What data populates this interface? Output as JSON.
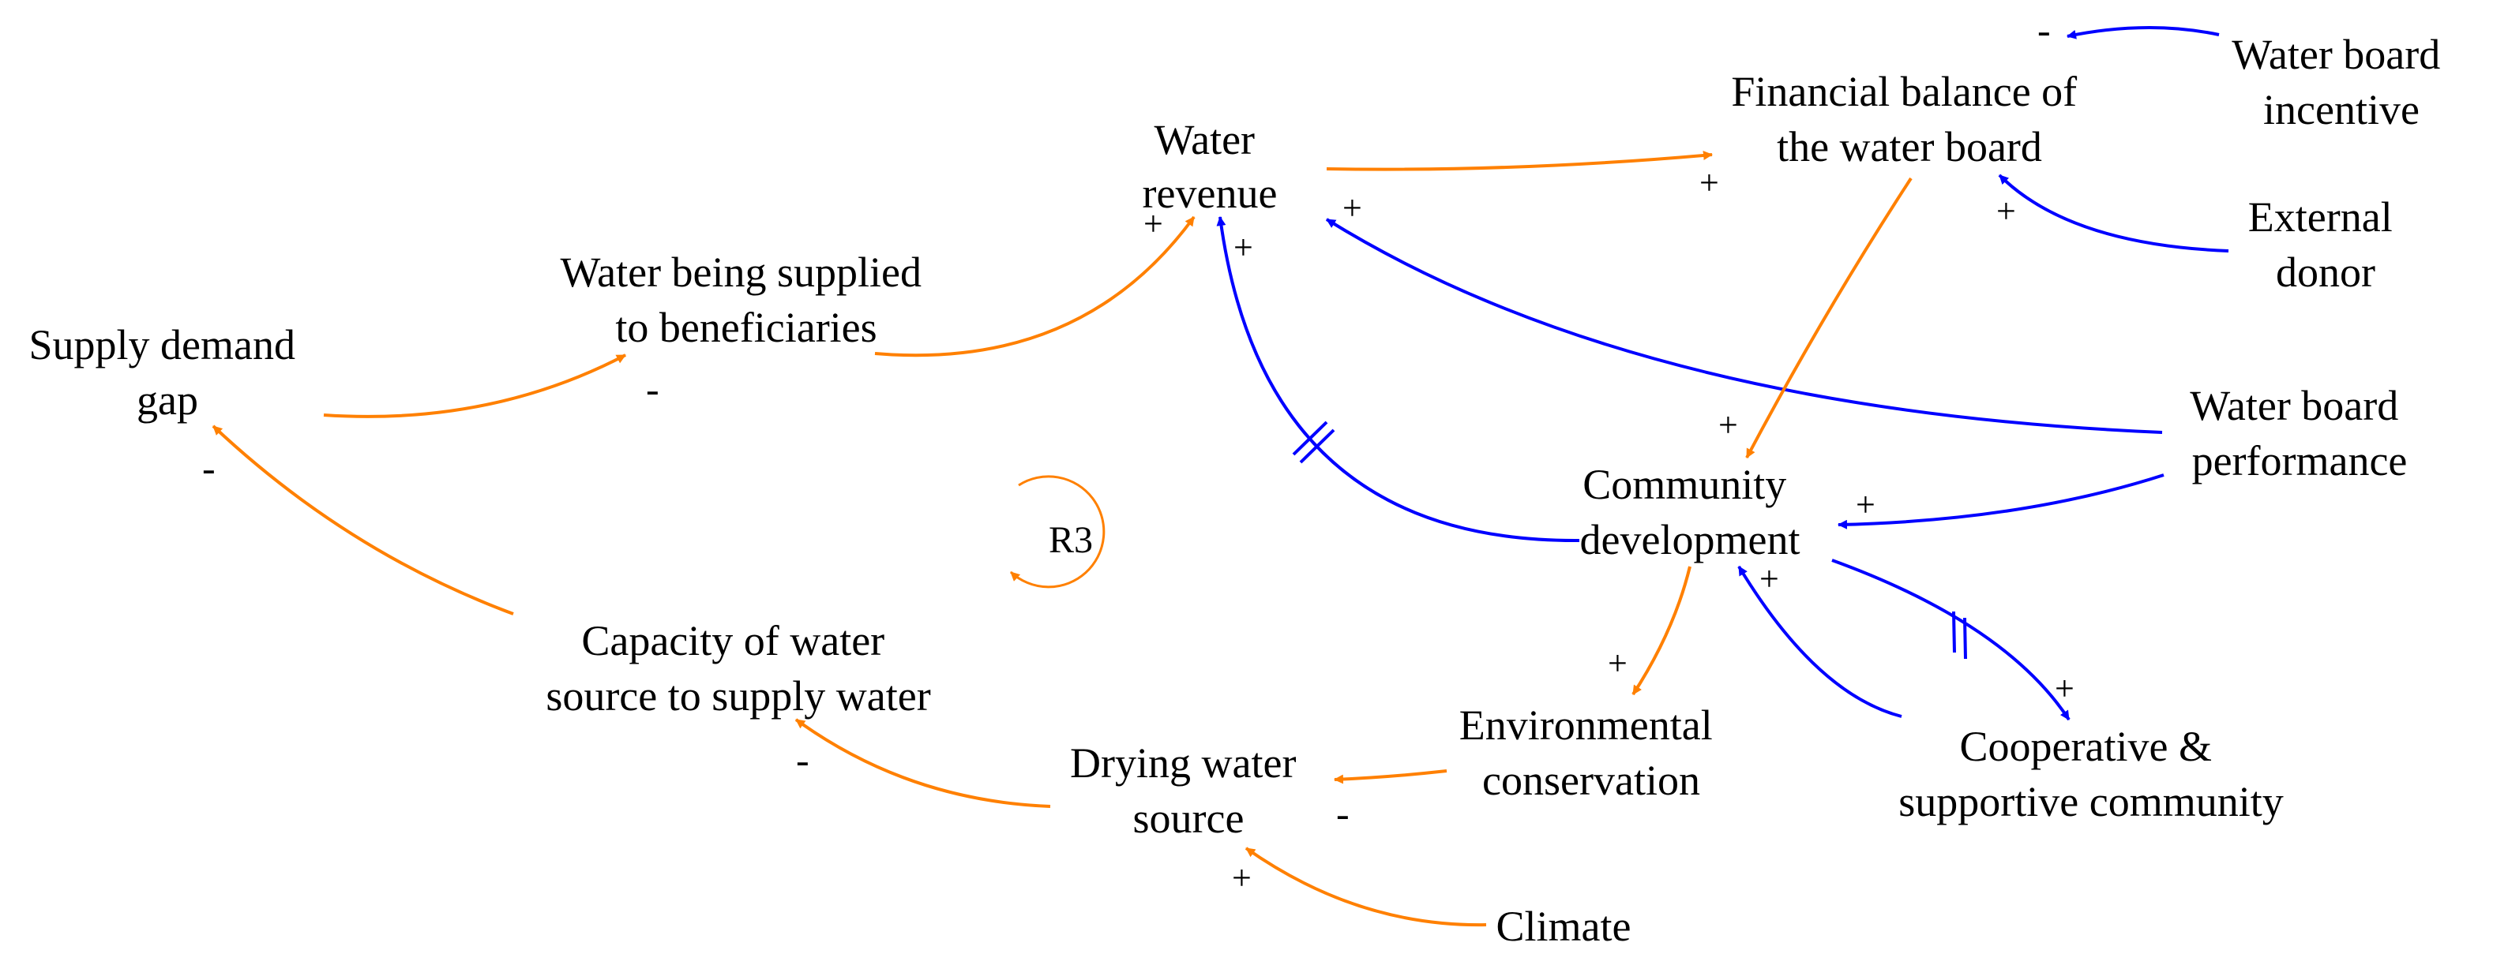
{
  "colors": {
    "orange_link": "#ff8000",
    "blue_link": "#0000ff",
    "text": "#000000",
    "background": "#ffffff"
  },
  "nodes": {
    "water_revenue": [
      "Water",
      "revenue"
    ],
    "financial_balance": [
      "Financial balance of",
      "the water board"
    ],
    "water_board_incentive": [
      "Water board",
      "incentive"
    ],
    "external_donor": [
      "External",
      "donor"
    ],
    "water_supplied": [
      "Water being supplied",
      "to beneficiaries"
    ],
    "supply_demand_gap": [
      "Supply demand",
      "gap"
    ],
    "water_board_performance": [
      "Water board",
      "performance"
    ],
    "community_development": [
      "Community",
      "development"
    ],
    "capacity_water_source": [
      "Capacity of water",
      "source to supply water"
    ],
    "environmental_conservation": [
      "Environmental",
      "conservation"
    ],
    "cooperative_community": [
      "Cooperative &",
      "supportive community"
    ],
    "drying_water_source": [
      "Drying water",
      "source"
    ],
    "climate": [
      "Climate"
    ]
  },
  "loop": {
    "label": "R3",
    "type": "reinforcing"
  },
  "polarities": {
    "incentive_to_financial": "-",
    "revenue_to_financial": "+",
    "donor_to_financial": "+",
    "supplied_to_revenue": "+",
    "community_to_revenue": "+",
    "performance_to_revenue": "+",
    "gap_to_supplied": "-",
    "financial_to_community": "+",
    "performance_to_community": "+",
    "cooperative_to_community": "+",
    "capacity_to_gap": "-",
    "community_to_environmental": "+",
    "community_to_cooperative": "+",
    "drying_to_capacity": "-",
    "environmental_to_drying": "-",
    "climate_to_drying": "+"
  },
  "links": [
    {
      "from": "Water revenue",
      "to": "Financial balance of the water board",
      "color": "orange",
      "polarity": "+",
      "delay": false
    },
    {
      "from": "Water board incentive",
      "to": "Financial balance of the water board",
      "color": "blue",
      "polarity": "-",
      "delay": false
    },
    {
      "from": "External donor",
      "to": "Financial balance of the water board",
      "color": "blue",
      "polarity": "+",
      "delay": false
    },
    {
      "from": "Water being supplied to beneficiaries",
      "to": "Water revenue",
      "color": "orange",
      "polarity": "+",
      "delay": false
    },
    {
      "from": "Community development",
      "to": "Water revenue",
      "color": "blue",
      "polarity": "+",
      "delay": true
    },
    {
      "from": "Water board performance",
      "to": "Water revenue",
      "color": "blue",
      "polarity": "+",
      "delay": false
    },
    {
      "from": "Supply demand gap",
      "to": "Water being supplied to beneficiaries",
      "color": "orange",
      "polarity": "-",
      "delay": false
    },
    {
      "from": "Financial balance of the water board",
      "to": "Community development",
      "color": "orange",
      "polarity": "+",
      "delay": false
    },
    {
      "from": "Water board performance",
      "to": "Community development",
      "color": "blue",
      "polarity": "+",
      "delay": false
    },
    {
      "from": "Cooperative & supportive community",
      "to": "Community development",
      "color": "blue",
      "polarity": "+",
      "delay": false
    },
    {
      "from": "Capacity of water source to supply water",
      "to": "Supply demand gap",
      "color": "orange",
      "polarity": "-",
      "delay": false
    },
    {
      "from": "Community development",
      "to": "Environmental conservation",
      "color": "orange",
      "polarity": "+",
      "delay": false
    },
    {
      "from": "Community development",
      "to": "Cooperative & supportive community",
      "color": "blue",
      "polarity": "+",
      "delay": true
    },
    {
      "from": "Drying water source",
      "to": "Capacity of water source to supply water",
      "color": "orange",
      "polarity": "-",
      "delay": false
    },
    {
      "from": "Environmental conservation",
      "to": "Drying water source",
      "color": "orange",
      "polarity": "-",
      "delay": false
    },
    {
      "from": "Climate",
      "to": "Drying water source",
      "color": "orange",
      "polarity": "+",
      "delay": false
    }
  ]
}
